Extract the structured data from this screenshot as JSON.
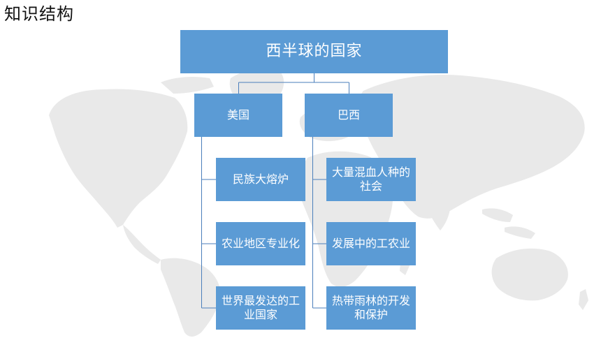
{
  "page": {
    "title": "知识结构"
  },
  "diagram": {
    "root": "西半球的国家",
    "branches": [
      {
        "label": "美国",
        "children": [
          "民族大熔炉",
          "农业地区专业化",
          "世界最发达的工业国家"
        ]
      },
      {
        "label": "巴西",
        "children": [
          "大量混血人种的社会",
          "发展中的工农业",
          "热带雨林的开发和保护"
        ]
      }
    ]
  },
  "colors": {
    "node_fill": "#5b9bd5",
    "connector": "#4a7ebb",
    "map_fill": "#e9e9e9"
  },
  "icons": {
    "background": "world-map-icon"
  }
}
